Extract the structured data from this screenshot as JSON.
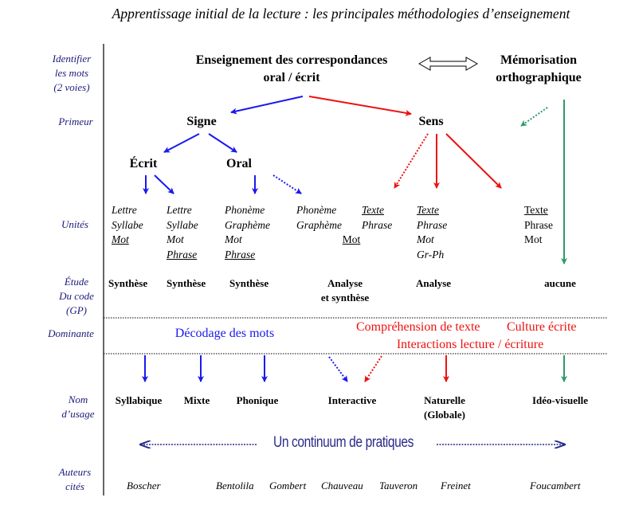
{
  "title": "Apprentissage initial de la lecture : les principales méthodologies d’enseignement",
  "row_labels": {
    "identifier": [
      "Identifier",
      "les mots",
      "(2 voies)"
    ],
    "primeur": "Primeur",
    "unites": "Unités",
    "etude": [
      "Étude",
      "Du code",
      "(GP)"
    ],
    "dominante": "Dominante",
    "nom": [
      "Nom",
      "d’usage"
    ],
    "auteurs": [
      "Auteurs",
      "cités"
    ]
  },
  "top": {
    "enseignement": [
      "Enseignement des correspondances",
      "oral / écrit"
    ],
    "memorisation": [
      "Mémorisation",
      "orthographique"
    ]
  },
  "nodes": {
    "signe": "Signe",
    "sens": "Sens",
    "ecrit": "Écrit",
    "oral": "Oral"
  },
  "units": {
    "col1": [
      "Lettre",
      "Syllabe",
      "Mot"
    ],
    "col2": [
      "Lettre",
      "Syllabe",
      "Mot",
      "Phrase"
    ],
    "col3": [
      "Phonème",
      "Graphème",
      "Mot",
      "Phrase"
    ],
    "col4": [
      "Phonème",
      "Graphème"
    ],
    "col5": [
      "Texte",
      "Phrase"
    ],
    "col45_mot": "Mot",
    "col6": [
      "Texte",
      "Phrase",
      "Mot",
      "Gr-Ph"
    ],
    "col7": [
      "Texte",
      "Phrase",
      "Mot"
    ]
  },
  "etude": [
    "Synthèse",
    "Synthèse",
    "Synthèse",
    "Analyse",
    "et synthèse",
    "Analyse",
    "aucune"
  ],
  "dominante": {
    "decodage": "Décodage des mots",
    "comprehension": "Compréhension de texte",
    "culture": "Culture écrite",
    "interactions": "Interactions lecture / écriture"
  },
  "noms": [
    "Syllabique",
    "Mixte",
    "Phonique",
    "Interactive",
    "Naturelle",
    "(Globale)",
    "Idéo-visuelle"
  ],
  "continuum": "Un continuum de pratiques",
  "auteurs": [
    "Boscher",
    "Bentolila",
    "Gombert",
    "Chauveau",
    "Tauveron",
    "Freinet",
    "Foucambert"
  ],
  "colors": {
    "blue": "#1a1aee",
    "red": "#ee1111",
    "green": "#2e9a6a",
    "navy": "#2a2a8a"
  }
}
